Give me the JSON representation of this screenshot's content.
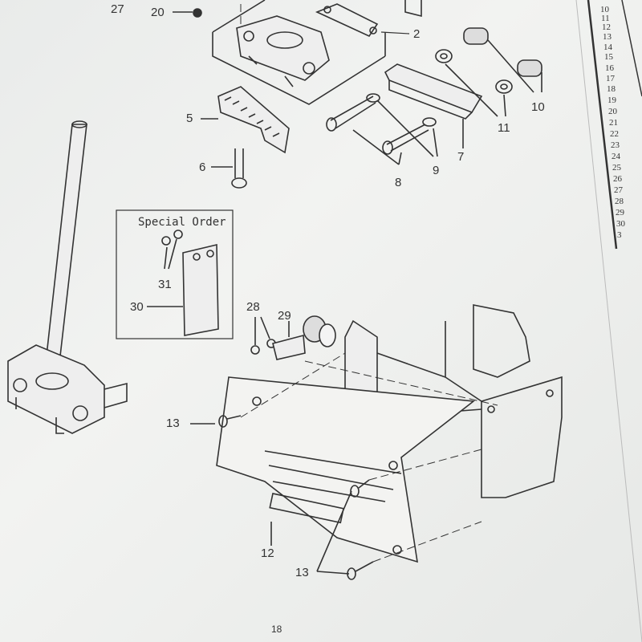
{
  "callouts": {
    "c27": "27",
    "c20": "20",
    "c2": "2",
    "c5": "5",
    "c6": "6",
    "c10": "10",
    "c11": "11",
    "c7": "7",
    "c9": "9",
    "c8": "8",
    "c31": "31",
    "c30": "30",
    "c28": "28",
    "c29": "29",
    "c13a": "13",
    "c12": "12",
    "c13b": "13"
  },
  "special_order_title": "Special Order",
  "page_number": "18",
  "parts_list_numbers": [
    "10",
    "11",
    "12",
    "13",
    "14",
    "15",
    "16",
    "17",
    "18",
    "19",
    "20",
    "21",
    "22",
    "23",
    "24",
    "25",
    "26",
    "27",
    "28",
    "29",
    "30",
    "3"
  ]
}
